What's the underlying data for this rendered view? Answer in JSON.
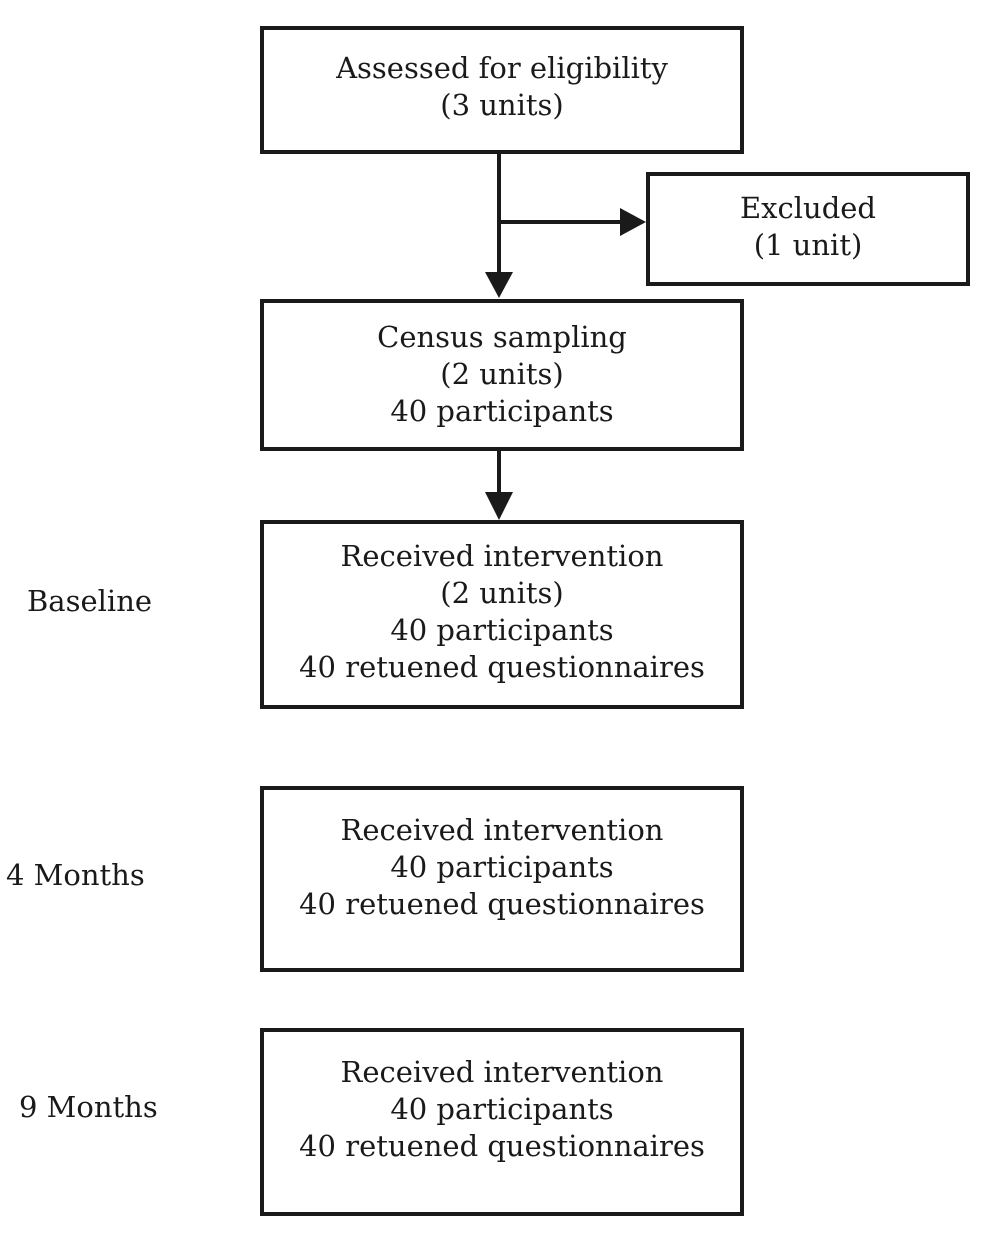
{
  "boxes": {
    "eligibility": [
      "Assessed for eligibility",
      "(3 units)"
    ],
    "excluded": [
      "Excluded",
      "(1 unit)"
    ],
    "census": [
      "Census sampling",
      "(2 units)",
      "40 participants"
    ],
    "baseline_box": [
      "Received intervention",
      "(2 units)",
      "40 participants",
      "40 retuened questionnaires"
    ],
    "month4_box": [
      "Received intervention",
      "40 participants",
      "40 retuened questionnaires"
    ],
    "month9_box": [
      "Received intervention",
      "40 participants",
      "40 retuened questionnaires"
    ]
  },
  "timepoints": {
    "baseline": "Baseline",
    "month4": "4 Months",
    "month9": "9 Months"
  }
}
